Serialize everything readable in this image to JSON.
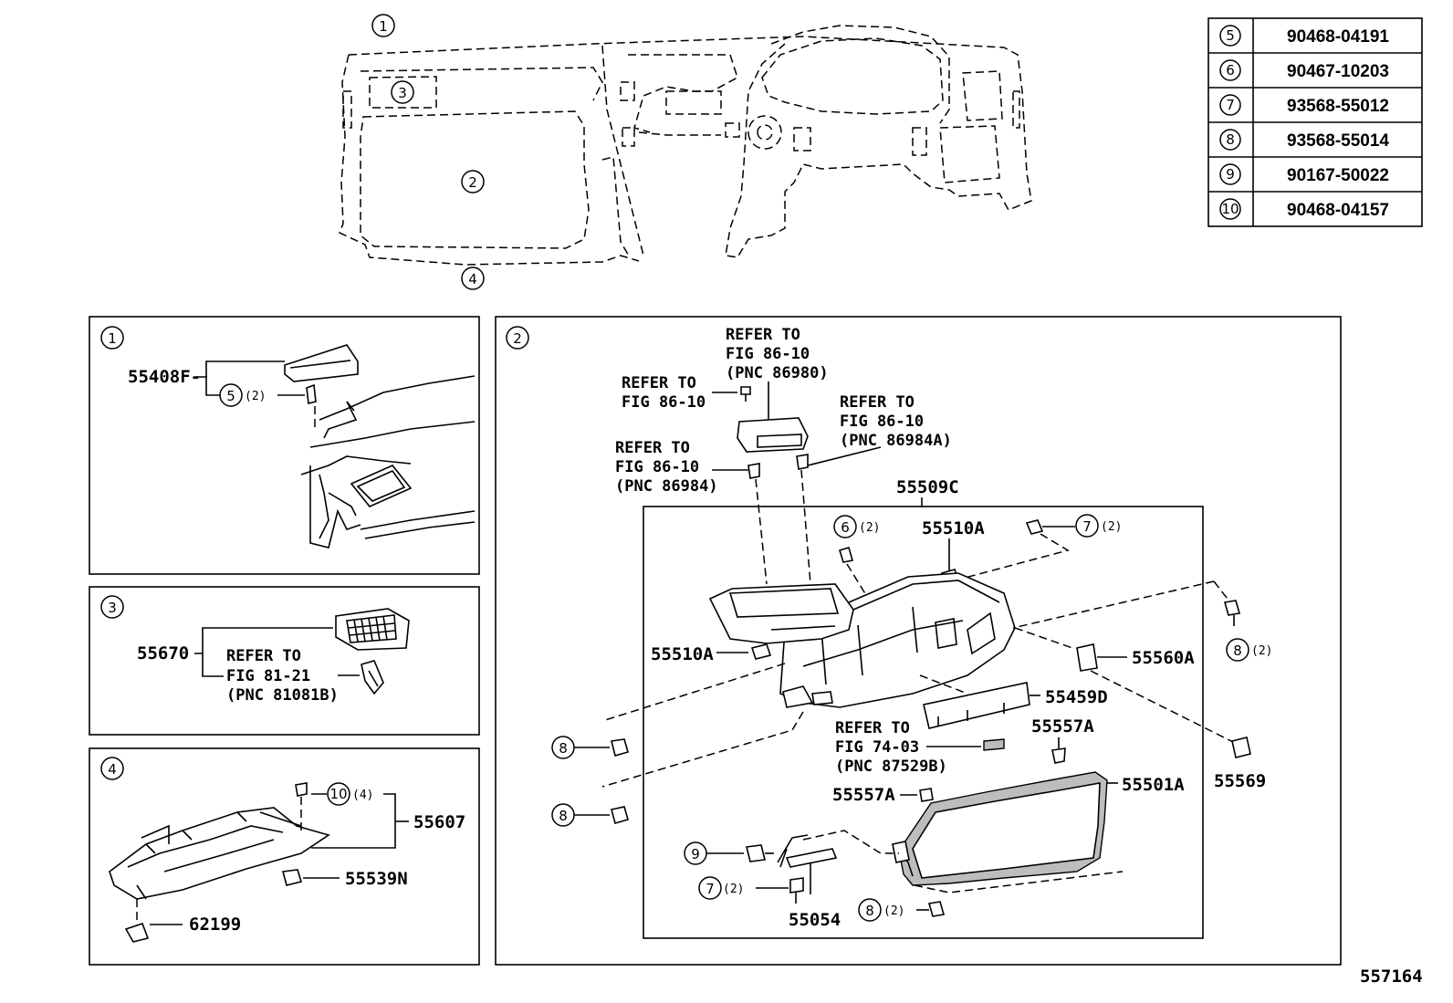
{
  "table": {
    "rows": [
      {
        "num": "5",
        "part": "90468-04191"
      },
      {
        "num": "6",
        "part": "90467-10203"
      },
      {
        "num": "7",
        "part": "93568-55012"
      },
      {
        "num": "8",
        "part": "93568-55014"
      },
      {
        "num": "9",
        "part": "90167-50022"
      },
      {
        "num": "10",
        "part": "90468-04157"
      }
    ]
  },
  "overview": {
    "callouts": [
      "1",
      "2",
      "3",
      "4"
    ]
  },
  "panel1": {
    "id": "1",
    "part": "55408F-",
    "fastener": "5",
    "qty": "(2)"
  },
  "panel3": {
    "id": "3",
    "part": "55670",
    "ref": [
      "REFER TO",
      "FIG 81-21",
      "(PNC 81081B)"
    ]
  },
  "panel4": {
    "id": "4",
    "part_a": "55607",
    "part_b": "55539N",
    "part_c": "62199",
    "fastener": "10",
    "qty": "(4)"
  },
  "panel2": {
    "id": "2",
    "ref_a": [
      "REFER TO",
      "FIG 86-10",
      "(PNC 86980)"
    ],
    "ref_b": [
      "REFER TO",
      "FIG 86-10"
    ],
    "ref_c": [
      "REFER TO",
      "FIG 86-10",
      "(PNC 86984A)"
    ],
    "ref_d": [
      "REFER TO",
      "FIG 86-10",
      "(PNC 86984)"
    ],
    "ref_e": [
      "REFER TO",
      "FIG 74-03",
      "(PNC 87529B)"
    ],
    "assy": "55509C",
    "p_55510A_top": "55510A",
    "p_55510A_left": "55510A",
    "p_55560A": "55560A",
    "p_55459D": "55459D",
    "p_55557A_right": "55557A",
    "p_55557A_left": "55557A",
    "p_55501A": "55501A",
    "p_55569": "55569",
    "p_55054": "55054",
    "c6": "6",
    "c6q": "(2)",
    "c7": "7",
    "c7q": "(2)",
    "c7b": "7",
    "c7bq": "(2)",
    "c8a": "8",
    "c8aq": "(2)",
    "c8b": "8",
    "c8c": "8",
    "c8d": "8",
    "c8dq": "(2)",
    "c9": "9"
  },
  "figure_number": "557164"
}
